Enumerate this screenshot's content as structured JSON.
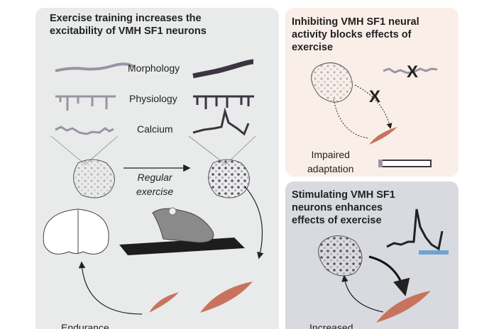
{
  "panels": {
    "training": {
      "title_line1": "Exercise training increases the",
      "title_line2": "excitability of VMH SF1 neurons",
      "rows": [
        "Morphology",
        "Physiology",
        "Calcium"
      ],
      "arrow_label_line1": "Regular",
      "arrow_label_line2": "exercise",
      "bottom_label": "Endurance"
    },
    "inhibiting": {
      "title_line1": "Inhibiting VMH SF1 neural",
      "title_line2": "activity blocks effects of",
      "title_line3": "exercise",
      "x_mark": "X",
      "label_line1": "Impaired",
      "label_line2": "adaptation"
    },
    "stimulating": {
      "title_line1": "Stimulating VMH SF1",
      "title_line2": "neurons enhances",
      "title_line3": "effects of exercise",
      "bottom_label": "Increased"
    }
  },
  "colors": {
    "muscle": "#c8735e",
    "light_trace": "#9a93a3",
    "dark_trace": "#3c3540",
    "stim_bar": "#6fa3d3"
  }
}
